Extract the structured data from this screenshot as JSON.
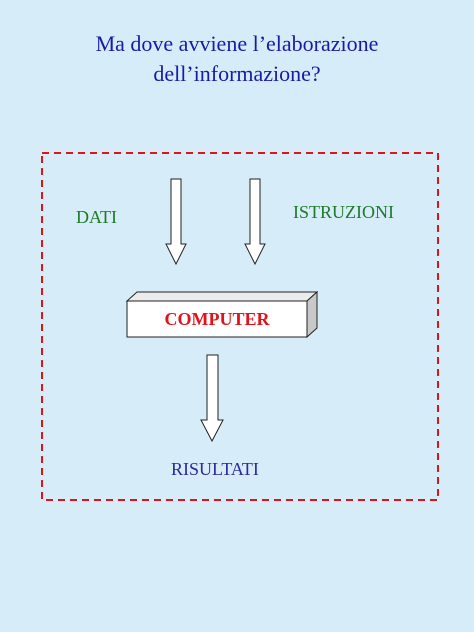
{
  "title": {
    "line1": "Ma dove avviene l’elaborazione",
    "line2": "dell’informazione?"
  },
  "labels": {
    "dati": "DATI",
    "istruzioni": "ISTRUZIONI",
    "computer": "COMPUTER",
    "risultati": "RISULTATI"
  },
  "colors": {
    "background": "#d6ecf8",
    "title": "#1a1aa8",
    "input_labels": "#1e7a2a",
    "computer_label": "#e0121b",
    "output_label": "#2a2a9a",
    "dashed_frame": "#e0121b"
  }
}
